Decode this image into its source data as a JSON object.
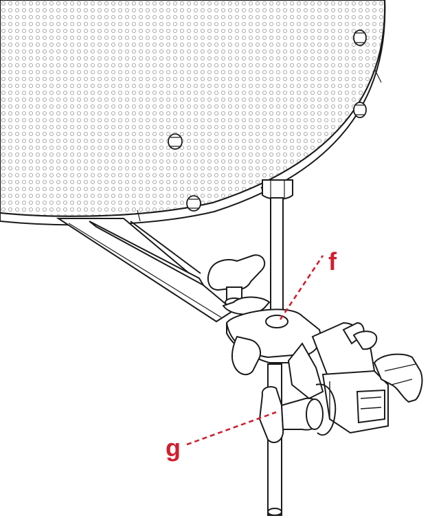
{
  "diagram": {
    "labels": [
      {
        "id": "f",
        "text": "f"
      },
      {
        "id": "g",
        "text": "g"
      }
    ],
    "colors": {
      "callout": "#d01f2e",
      "line": "#1a1a1a",
      "fill": "#ffffff",
      "perforation": "#9a9a9a"
    }
  }
}
